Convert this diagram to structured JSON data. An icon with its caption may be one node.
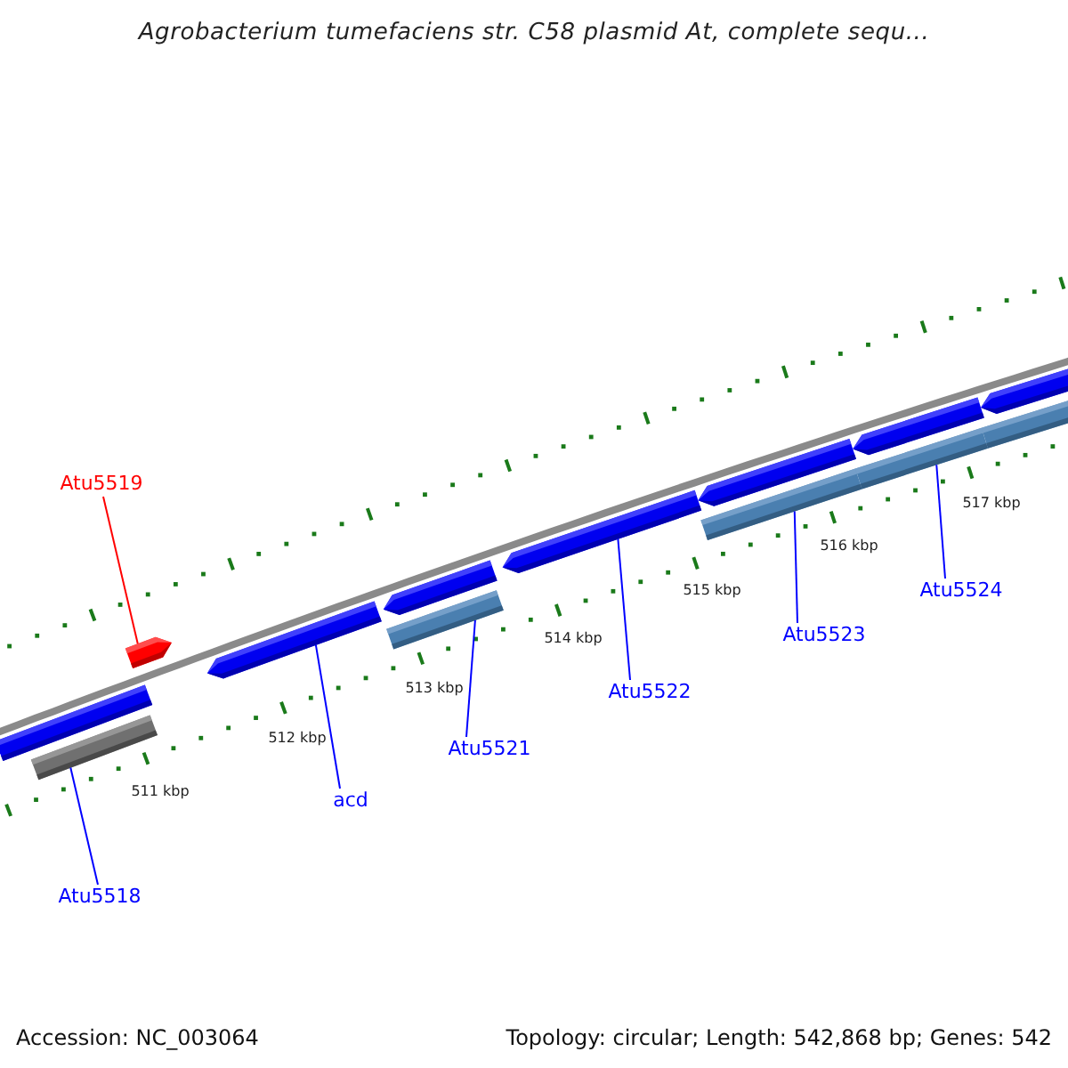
{
  "diagram": {
    "title": "Agrobacterium tumefaciens str. C58 plasmid At, complete sequ...",
    "nodes": [
      {
        "text": [],
        "shape": "arrow"
      },
      {
        "text": [],
        "shape": "arrow"
      },
      {
        "text": [],
        "shape": "box"
      },
      {
        "text": [],
        "shape": "arrow"
      },
      {
        "text": [],
        "shape": "arrow"
      },
      {
        "text": [],
        "shape": "box"
      },
      {
        "text": [],
        "shape": "arrow"
      },
      {
        "text": [],
        "shape": "arrow"
      },
      {
        "text": [],
        "shape": "box"
      },
      {
        "text": [],
        "shape": "arrow"
      },
      {
        "text": [],
        "shape": "box"
      },
      {
        "text": [],
        "shape": "arrow"
      },
      {
        "text": [],
        "shape": "box"
      },
      {
        "text": [
          "Atu5519"
        ]
      },
      {
        "text": [
          "Atu5518"
        ]
      },
      {
        "text": [
          "acd"
        ]
      },
      {
        "text": [
          "Atu5521"
        ]
      },
      {
        "text": [
          "Atu5522"
        ]
      },
      {
        "text": [
          "Atu5523"
        ]
      },
      {
        "text": [
          "Atu5524"
        ]
      }
    ],
    "edges": [
      {
        "from": 13,
        "to": 0,
        "arrow": "none",
        "color": "#ff0000"
      },
      {
        "from": 14,
        "to": 2,
        "arrow": "none"
      },
      {
        "from": 15,
        "to": 3,
        "arrow": "none"
      },
      {
        "from": 16,
        "to": 5,
        "arrow": "none"
      },
      {
        "from": 17,
        "to": 6,
        "arrow": "none"
      },
      {
        "from": 18,
        "to": 8,
        "arrow": "none"
      },
      {
        "from": 19,
        "to": 10,
        "arrow": "none"
      }
    ],
    "labels": [
      "511 kbp",
      "512 kbp",
      "513 kbp",
      "514 kbp",
      "515 kbp",
      "516 kbp",
      "517 kbp",
      "Accession: NC_003064",
      "Topology: circular; Length: 542,868 bp; Genes: 542"
    ]
  }
}
